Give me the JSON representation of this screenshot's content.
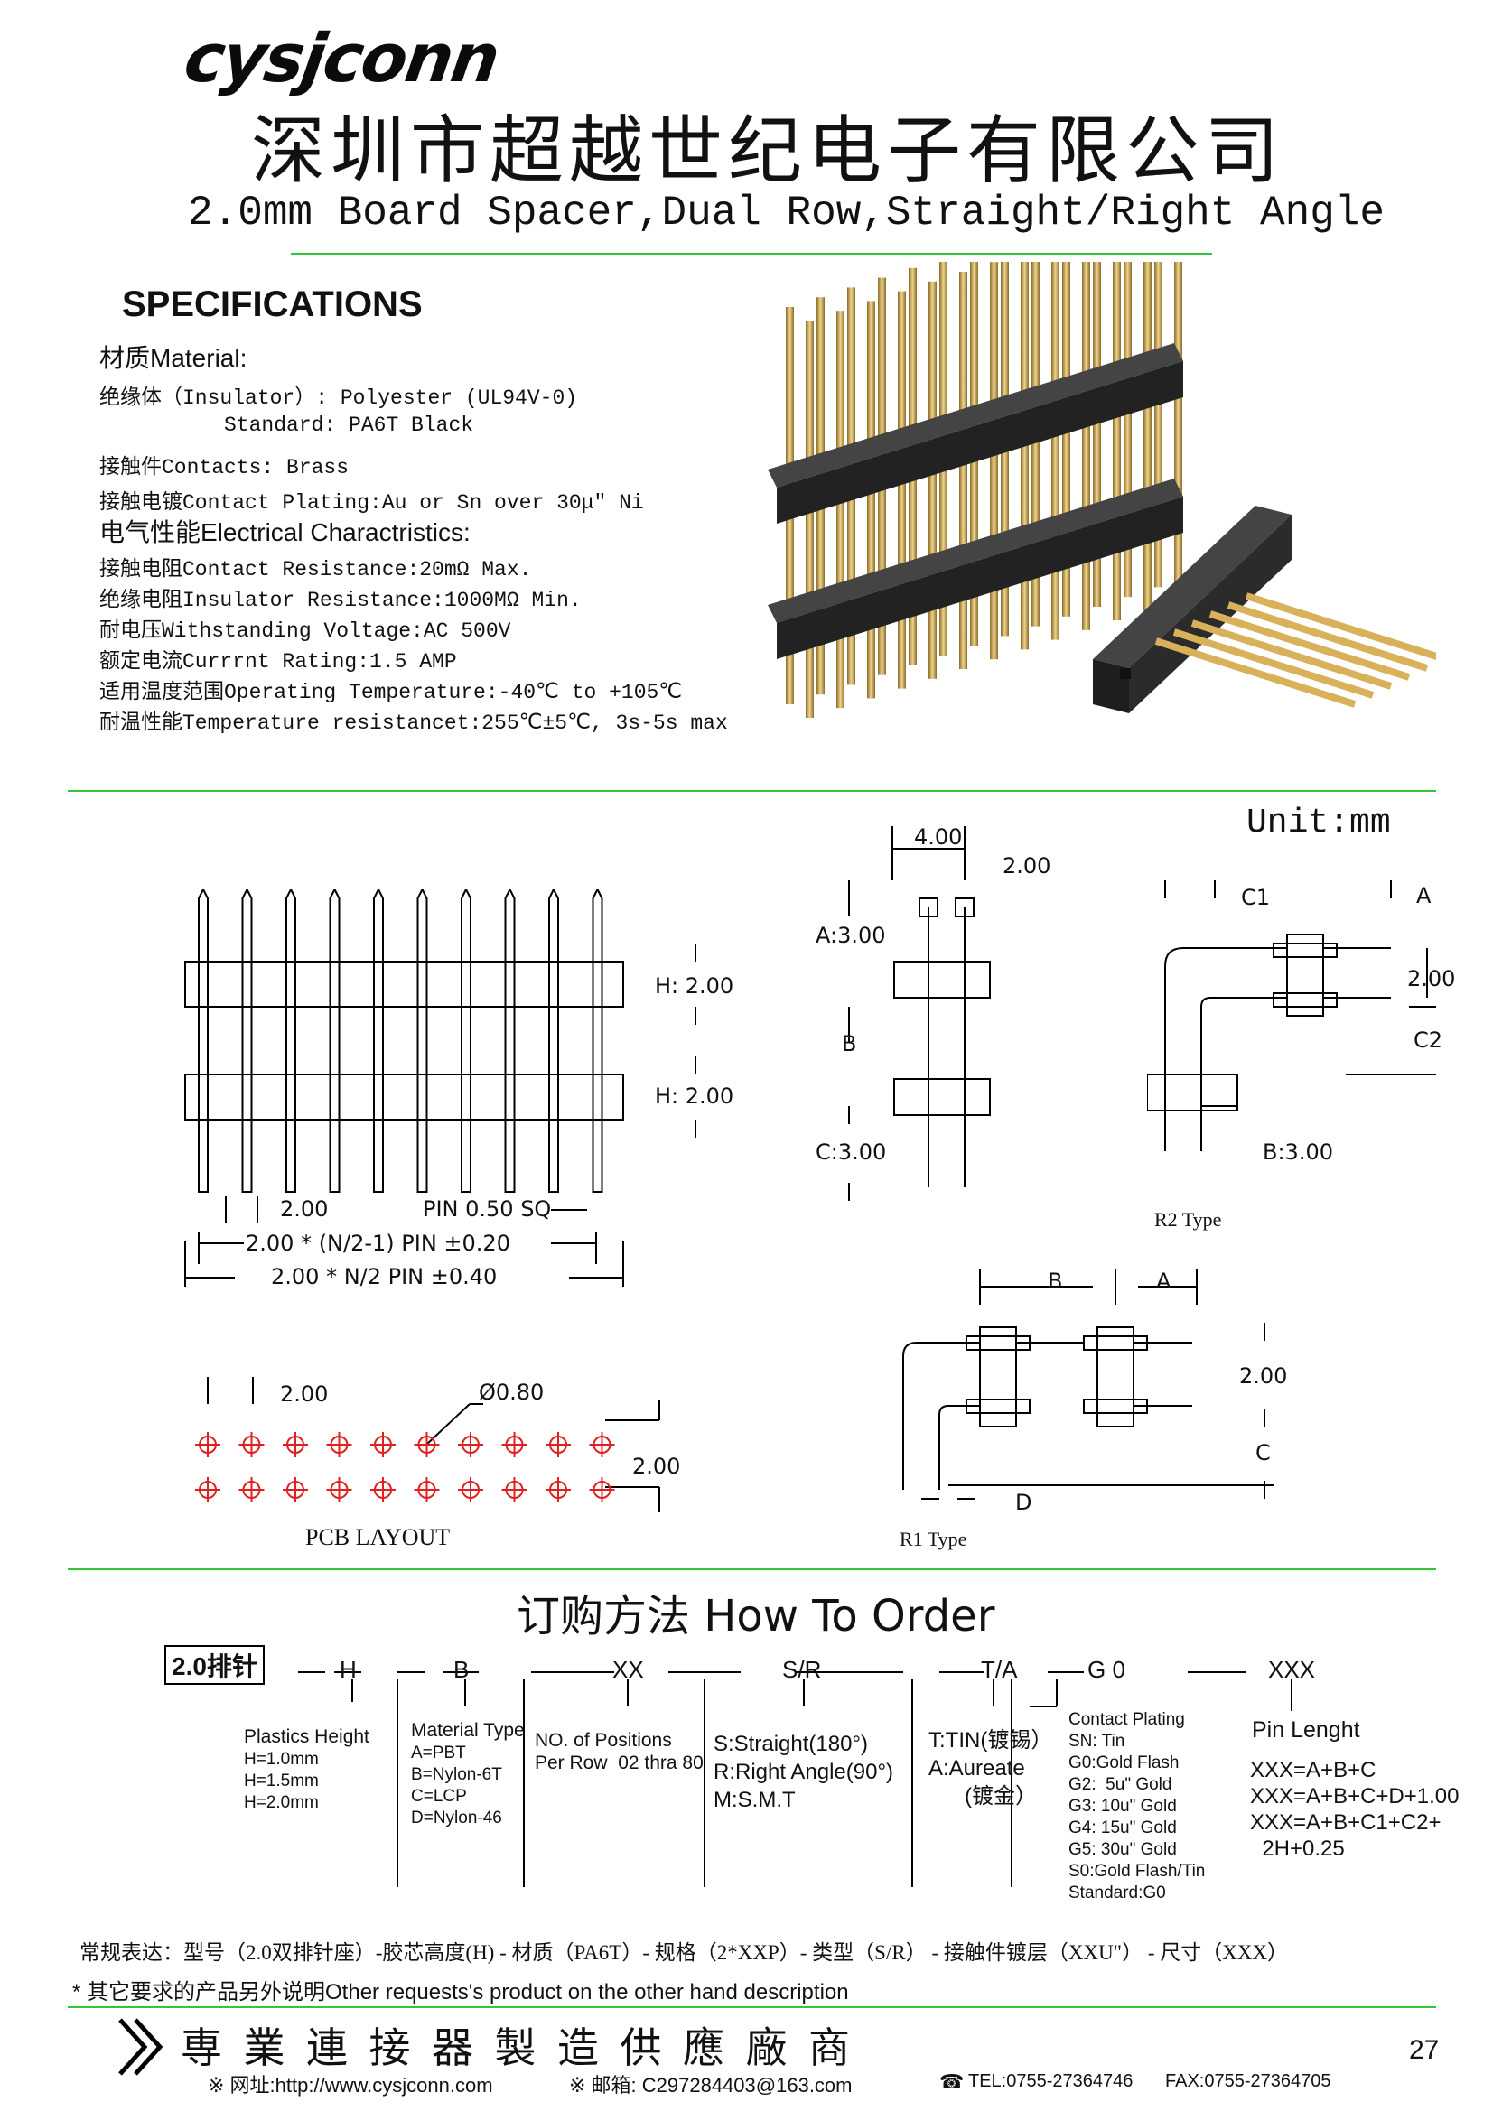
{
  "header": {
    "logo_text": "cysjconn",
    "company_name": "深圳市超越世纪电子有限公司",
    "product_title": "2.0mm Board Spacer,Dual Row,Straight/Right Angle"
  },
  "specifications": {
    "title": "SPECIFICATIONS",
    "material_heading": "材质Material:",
    "lines_material": [
      "绝缘体（Insulator）: Polyester (UL94V-0)",
      "          Standard: PA6T Black",
      "接触件Contacts: Brass",
      "接触电镀Contact Plating:Au or Sn over 30μ″ Ni"
    ],
    "electrical_heading": "电气性能Electrical Charactristics:",
    "lines_electrical": [
      "接触电阻Contact Resistance:20mΩ Max.",
      "绝缘电阻Insulator Resistance:1000MΩ Min.",
      "耐电压Withstanding Voltage:AC 500V",
      "额定电流Currrnt Rating:1.5 AMP",
      "适用温度范围Operating Temperature:-40℃ to +105℃",
      "耐温性能Temperature resistancet:255℃±5℃, 3s-5s max"
    ]
  },
  "drawings": {
    "unit": "Unit:mm",
    "front": {
      "h1": "H: 2.00",
      "h2": "H: 2.00",
      "pitch": "2.00",
      "pin": "PIN 0.50 SQ",
      "dim_a": "2.00 * (N/2-1) PIN ±0.20",
      "dim_b": "2.00 * N/2 PIN ±0.40"
    },
    "side": {
      "w": "4.00",
      "p": "2.00",
      "a": "A:3.00",
      "b": "B",
      "c": "C:3.00"
    },
    "r2": {
      "c1": "C1",
      "a": "A",
      "p": "2.00",
      "c2": "C2",
      "b": "B:3.00",
      "caption": "R2 Type"
    },
    "r1": {
      "b": "B",
      "a": "A",
      "p": "2.00",
      "c": "C",
      "d": "D",
      "caption": "R1 Type"
    },
    "pcb": {
      "pitch": "2.00",
      "hole": "Ø0.80",
      "row": "2.00",
      "caption": "PCB LAYOUT",
      "holes_per_row": 10,
      "rows": 2
    }
  },
  "order": {
    "title": "订购方法 How To Order",
    "code_box": "2.0排针",
    "fields": [
      "H",
      "B",
      "XX",
      "S/R",
      "T/A",
      "G 0",
      "XXX"
    ],
    "height": [
      "Plastics Height",
      "H=1.0mm",
      "H=1.5mm",
      "H=2.0mm"
    ],
    "material": [
      "Material Type",
      "A=PBT",
      "B=Nylon-6T",
      "C=LCP",
      "D=Nylon-46"
    ],
    "positions": [
      "NO. of Positions",
      "Per Row  02 thra 80"
    ],
    "type": [
      "S:Straight(180°)",
      "R:Right Angle(90°)",
      "M:S.M.T"
    ],
    "finish": [
      "T:TIN(镀锡）",
      "A:Aureate",
      "      (镀金）"
    ],
    "plating": [
      "Contact Plating",
      "SN: Tin",
      "G0:Gold Flash",
      "G2:  5u\" Gold",
      "G3: 10u\" Gold",
      "G4: 15u\" Gold",
      "G5: 30u\" Gold",
      "S0:Gold Flash/Tin",
      "Standard:G0"
    ],
    "length_title": "Pin Lenght",
    "length": [
      "XXX=A+B+C",
      "XXX=A+B+C+D+1.00",
      "XXX=A+B+C1+C2+",
      "  2H+0.25"
    ],
    "expression": "常规表达：型号（2.0双排针座）-胶芯高度(H) - 材质（PA6T）- 规格（2*XXP）- 类型（S/R） - 接触件镀层（XXU\"） - 尺寸（XXX）",
    "note": "* 其它要求的产品另外说明Other requests's product on the other hand description"
  },
  "footer": {
    "slogan": "専 業 連 接 器 製 造 供 應 廠 商",
    "page": "27",
    "web": "※ 网址:http://www.cysjconn.com",
    "email": "※ 邮箱: C297284403@163.com",
    "tel": "TEL:0755-27364746",
    "fax": "FAX:0755-27364705"
  },
  "colors": {
    "rule": "#36c43a",
    "pcb_hole": "#e02020",
    "pin_gold": "#d9b15a",
    "insulator": "#2b2b2b"
  }
}
